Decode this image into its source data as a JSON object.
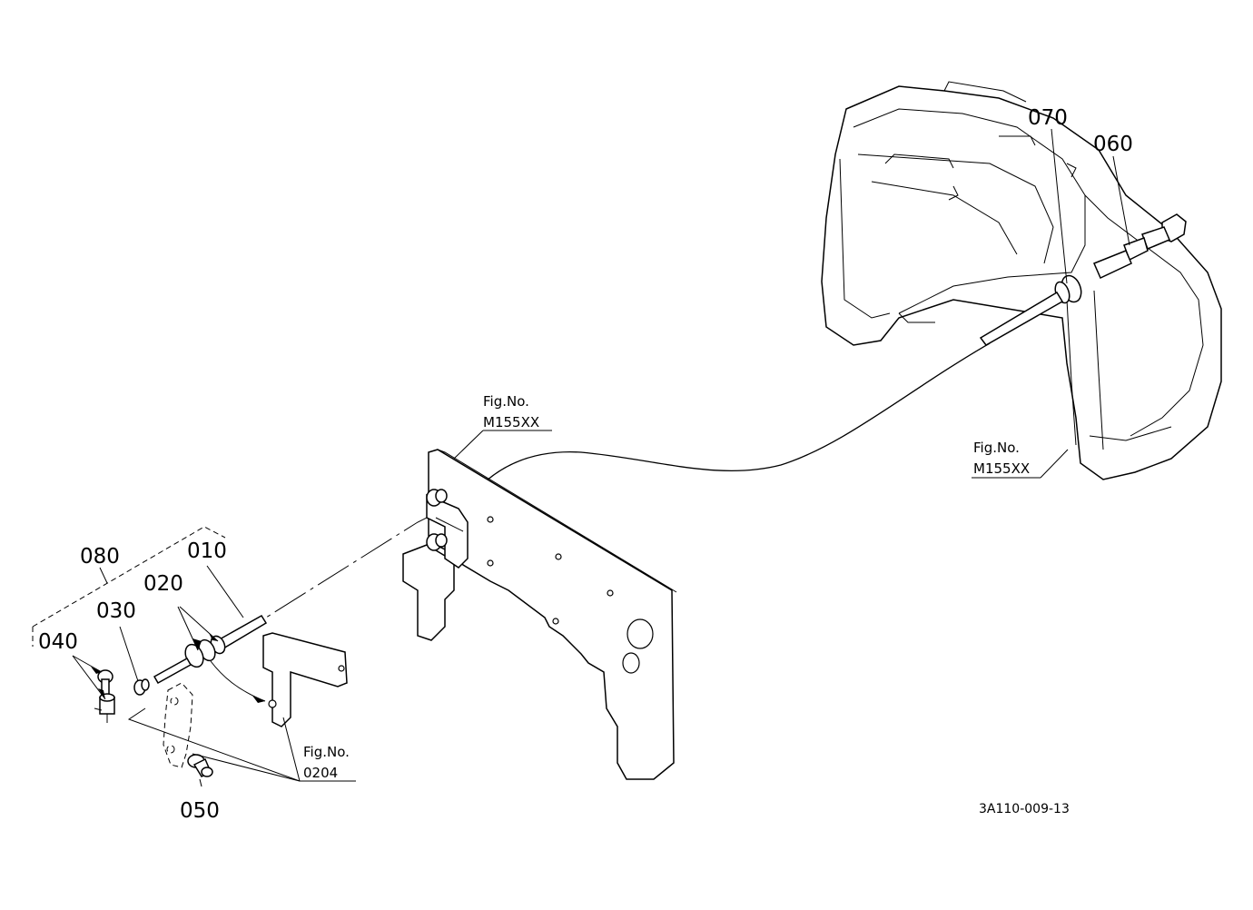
{
  "callouts": {
    "c010": "010",
    "c020": "020",
    "c030": "030",
    "c040": "040",
    "c050": "050",
    "c060": "060",
    "c070": "070",
    "c080": "080"
  },
  "figure_refs": {
    "upper_left": {
      "line1": "Fig.No.",
      "line2": "M155XX"
    },
    "right": {
      "line1": "Fig.No.",
      "line2": "M155XX"
    },
    "lower": {
      "line1": "Fig.No.",
      "line2": "0204"
    }
  },
  "drawing_code": "3A110-009-13"
}
